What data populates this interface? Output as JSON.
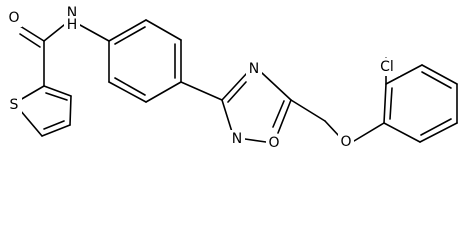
{
  "atoms": {
    "amide_oxygen": "O",
    "amide_nitrogen_hydrogen": "N",
    "amide_hydrogen": "H",
    "thiophene_sulfur": "S",
    "oxadiazole_nitrogen_4": "N",
    "oxadiazole_nitrogen_2": "N",
    "oxadiazole_oxygen_1": "O",
    "ether_oxygen": "O",
    "chlorine": "Cl"
  }
}
